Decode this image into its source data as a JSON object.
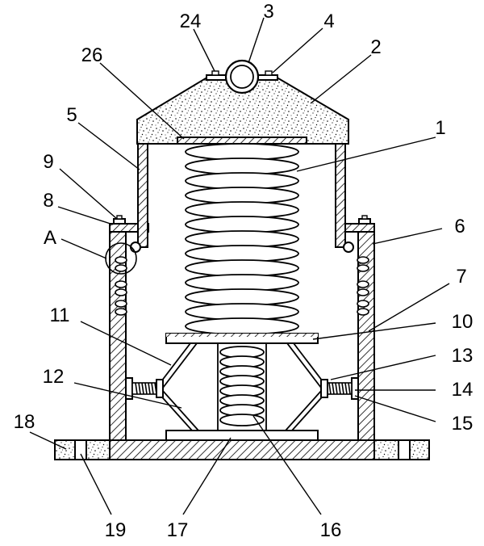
{
  "labels": {
    "l1": "1",
    "l2": "2",
    "l3": "3",
    "l4": "4",
    "l5": "5",
    "l6": "6",
    "l7": "7",
    "l8": "8",
    "l9": "9",
    "l10": "10",
    "l11": "11",
    "l12": "12",
    "l13": "13",
    "l14": "14",
    "l15": "15",
    "l16": "16",
    "l17": "17",
    "l18": "18",
    "l19": "19",
    "l24": "24",
    "l26": "26",
    "lA": "A"
  }
}
